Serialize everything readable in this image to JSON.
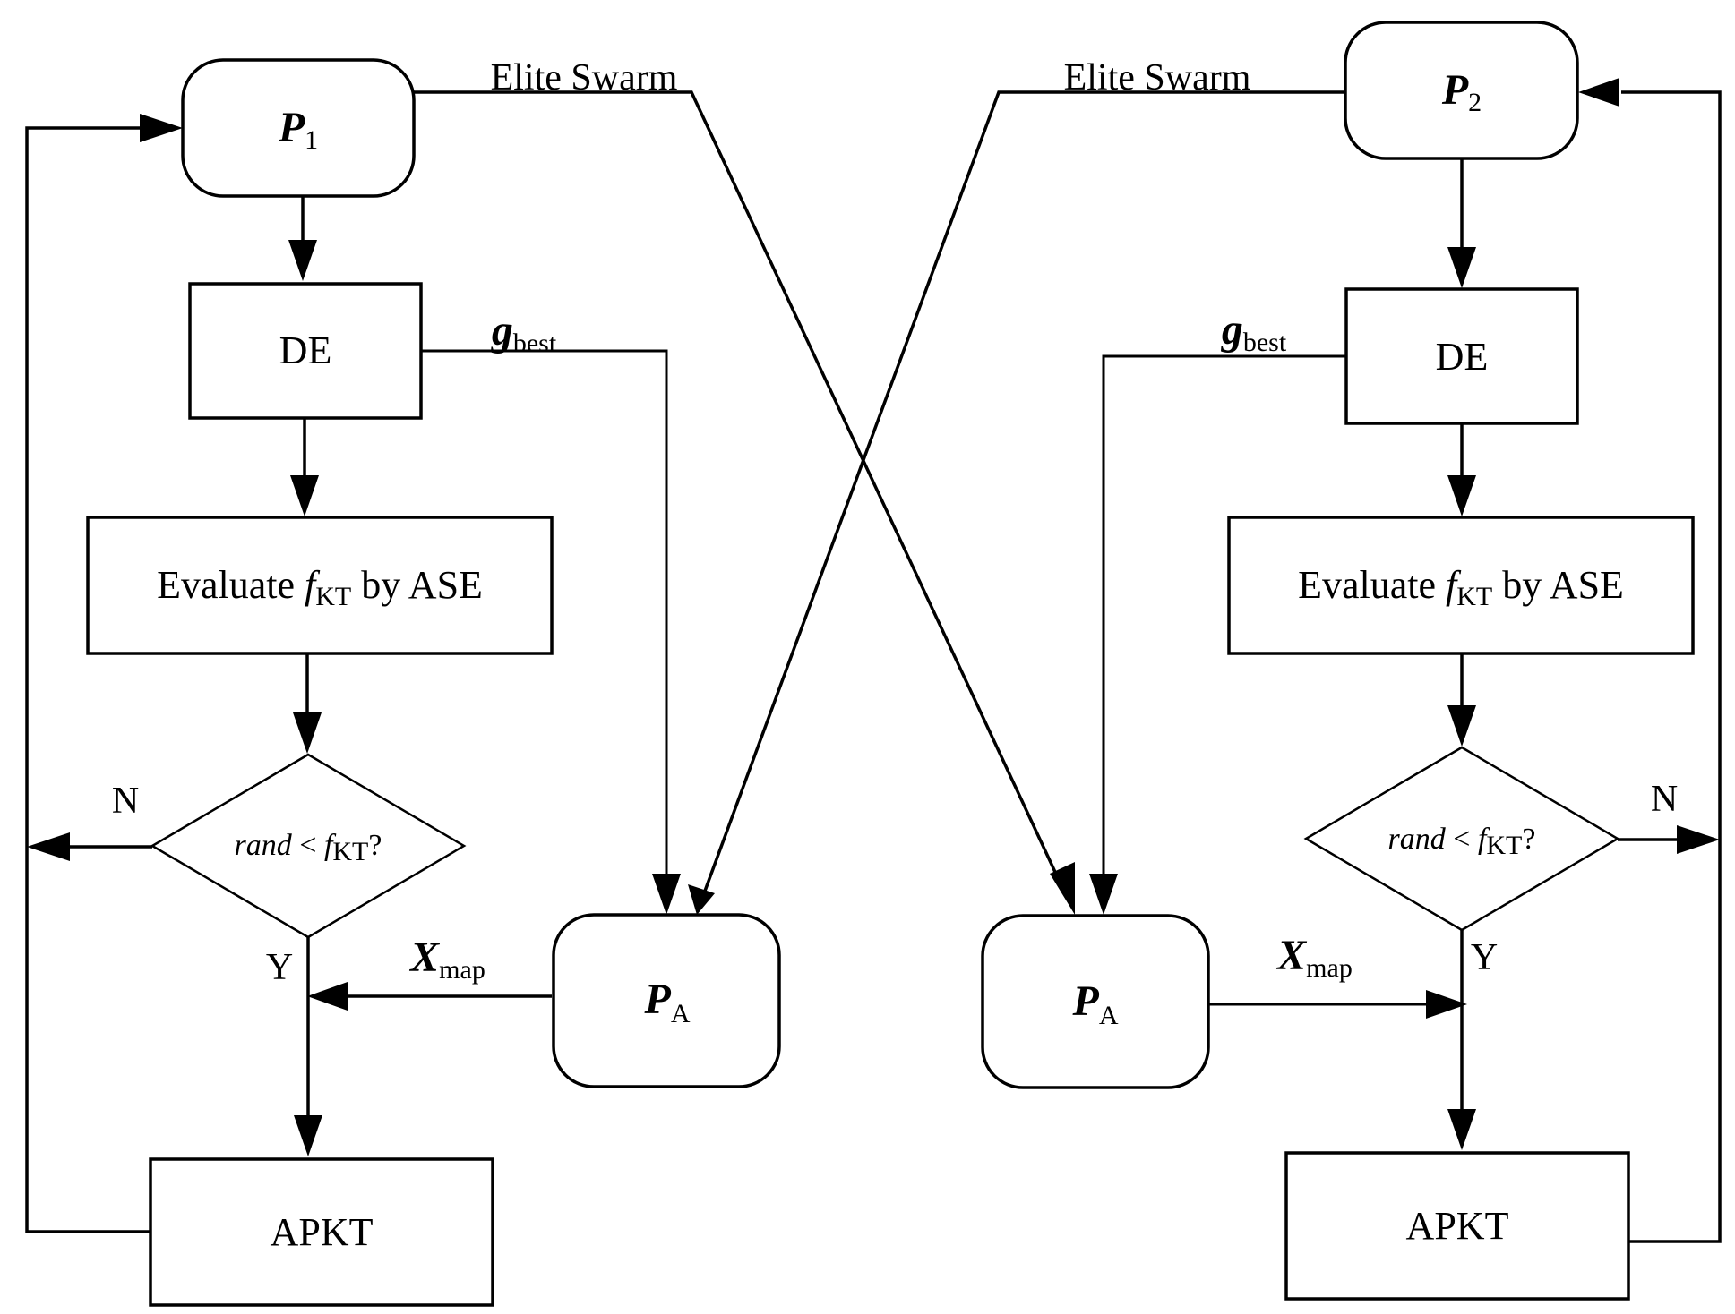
{
  "left": {
    "population": {
      "symbol": "P",
      "subscript": "1"
    },
    "de": "DE",
    "gbest": {
      "symbol": "g",
      "subscript": "best"
    },
    "evaluate": {
      "prefix": "Evaluate ",
      "symbol": "f",
      "subscript": "KT",
      "suffix": " by ASE"
    },
    "decision": {
      "rand": "rand",
      "lt": " < ",
      "symbol": "f",
      "subscript": "KT",
      "q": "?"
    },
    "no_label": "N",
    "yes_label": "Y",
    "xmap": {
      "symbol": "X",
      "subscript": "map"
    },
    "archive": {
      "symbol": "P",
      "subscript": "A"
    },
    "apkt": "APKT",
    "elite": "Elite Swarm"
  },
  "right": {
    "population": {
      "symbol": "P",
      "subscript": "2"
    },
    "de": "DE",
    "gbest": {
      "symbol": "g",
      "subscript": "best"
    },
    "evaluate": {
      "prefix": "Evaluate ",
      "symbol": "f",
      "subscript": "KT",
      "suffix": " by ASE"
    },
    "decision": {
      "rand": "rand",
      "lt": " < ",
      "symbol": "f",
      "subscript": "KT",
      "q": "?"
    },
    "no_label": "N",
    "yes_label": "Y",
    "xmap": {
      "symbol": "X",
      "subscript": "map"
    },
    "archive": {
      "symbol": "P",
      "subscript": "A"
    },
    "apkt": "APKT",
    "elite": "Elite Swarm"
  }
}
